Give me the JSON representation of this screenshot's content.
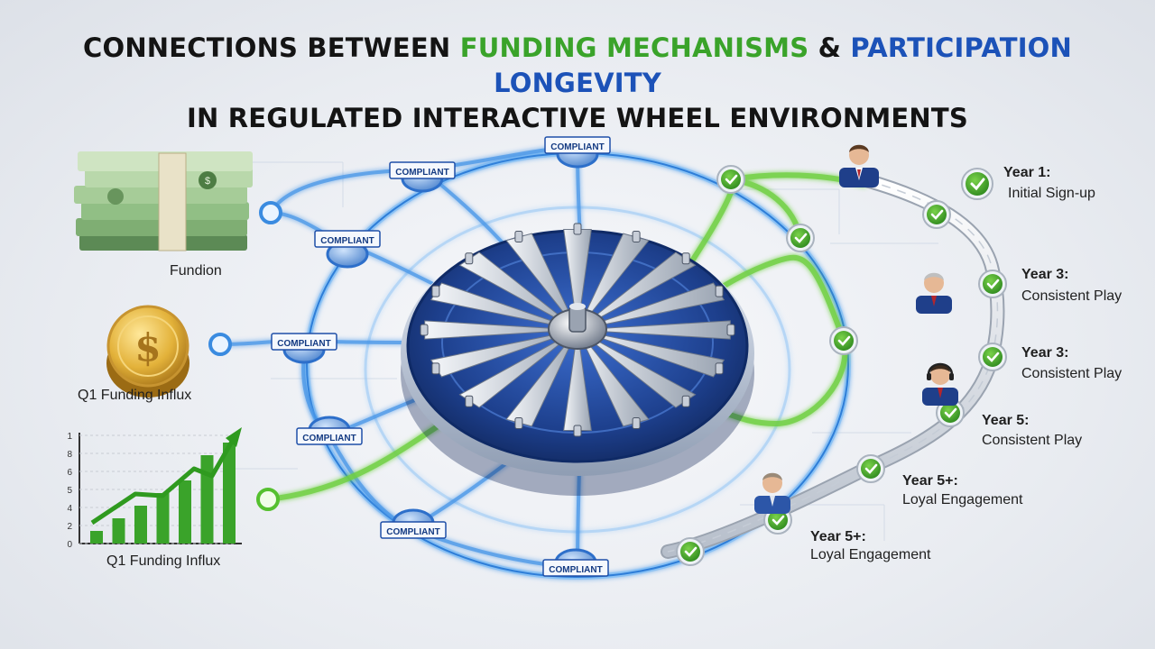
{
  "title": {
    "line1_pre": "CONNECTIONS BETWEEN ",
    "line1_green": "FUNDING MECHANISMS",
    "line1_mid": " & ",
    "line1_blue": "PARTICIPATION LONGEVITY",
    "line2": "IN REGULATED INTERACTIVE WHEEL ENVIRONMENTS"
  },
  "funding_sources": [
    {
      "label": "Fundion",
      "icon": "cash-stack-icon"
    },
    {
      "label": "Q1 Funding Influx",
      "icon": "dollar-coin-icon"
    },
    {
      "label": "Q1 Funding Influx",
      "icon": "growth-chart-icon"
    }
  ],
  "mini_chart": {
    "y_ticks": [
      "1",
      "8",
      "6",
      "5",
      "4",
      "2",
      "0"
    ],
    "bars": [
      1,
      2,
      3,
      4,
      5,
      7,
      8
    ],
    "bar_color": "#3aa32a"
  },
  "compliance_nodes": [
    {
      "label": "COMPLIANT"
    },
    {
      "label": "COMPLIANT"
    },
    {
      "label": "COMPLIANT"
    },
    {
      "label": "COMPLIANT"
    },
    {
      "label": "COMPLIANT"
    },
    {
      "label": "COMPLIANT"
    },
    {
      "label": "COMPLIANT"
    }
  ],
  "timeline": [
    {
      "year": "Year 1:",
      "desc": "Initial Sign-up"
    },
    {
      "year": "Year 3:",
      "desc": "Consistent Play"
    },
    {
      "year": "Year 3:",
      "desc": "Consistent Play"
    },
    {
      "year": "Year 5:",
      "desc": "Consistent Play"
    },
    {
      "year": "Year 5+:",
      "desc": "Loyal Engagement"
    },
    {
      "year": "Year 5+:",
      "desc": "Loyal Engagement"
    }
  ],
  "colors": {
    "accent_green": "#3aa32a",
    "accent_blue": "#1c52b8",
    "wheel_navy": "#1b3f86",
    "glow_blue": "#5aa8f0",
    "glow_green": "#8fe05a"
  }
}
